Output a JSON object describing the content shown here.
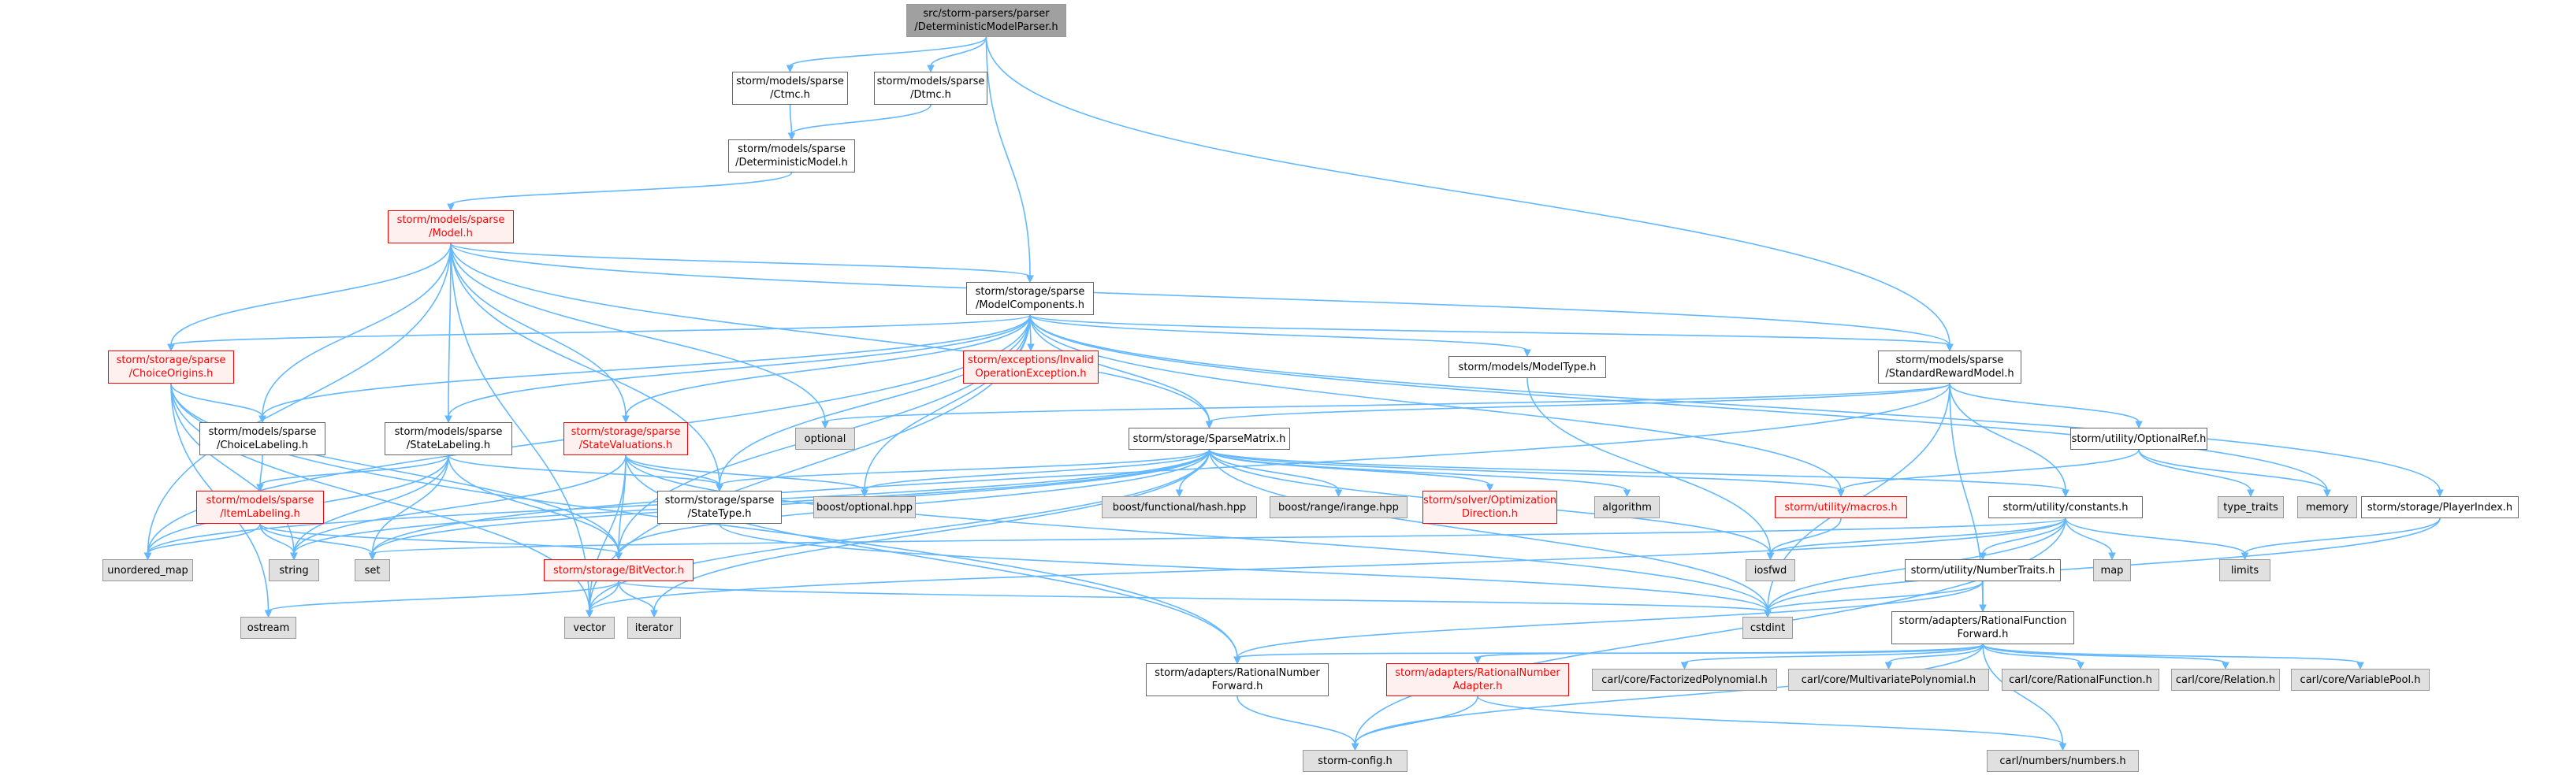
{
  "diagram": {
    "type": "include-dependency-graph",
    "colors": {
      "edge": "#63b8ff",
      "node_border": "#666666",
      "system_fill": "#e0e0e0",
      "problem_border": "#ff0000",
      "root_fill": "#a0a0a0"
    },
    "nodes": {
      "root": {
        "label": "src/storm-parsers/parser\n/DeterministicModelParser.h",
        "kind": "root"
      },
      "ctmc": {
        "label": "storm/models/sparse\n/Ctmc.h",
        "kind": "file"
      },
      "dtmc": {
        "label": "storm/models/sparse\n/Dtmc.h",
        "kind": "file"
      },
      "detmodel": {
        "label": "storm/models/sparse\n/DeterministicModel.h",
        "kind": "file"
      },
      "model": {
        "label": "storm/models/sparse\n/Model.h",
        "kind": "incomplete"
      },
      "modelcomp": {
        "label": "storm/storage/sparse\n/ModelComponents.h",
        "kind": "file"
      },
      "choiceorig": {
        "label": "storm/storage/sparse\n/ChoiceOrigins.h",
        "kind": "incomplete"
      },
      "invalidop": {
        "label": "storm/exceptions/Invalid\nOperationException.h",
        "kind": "incomplete"
      },
      "modeltype": {
        "label": "storm/models/ModelType.h",
        "kind": "file"
      },
      "stdreward": {
        "label": "storm/models/sparse\n/StandardRewardModel.h",
        "kind": "file"
      },
      "choicelab": {
        "label": "storm/models/sparse\n/ChoiceLabeling.h",
        "kind": "file"
      },
      "statelab": {
        "label": "storm/models/sparse\n/StateLabeling.h",
        "kind": "file"
      },
      "stateval": {
        "label": "storm/storage/sparse\n/StateValuations.h",
        "kind": "incomplete"
      },
      "optional": {
        "label": "optional",
        "kind": "system"
      },
      "sparsematrix": {
        "label": "storm/storage/SparseMatrix.h",
        "kind": "file"
      },
      "optref": {
        "label": "storm/utility/OptionalRef.h",
        "kind": "file"
      },
      "itemlab": {
        "label": "storm/models/sparse\n/ItemLabeling.h",
        "kind": "incomplete"
      },
      "statetype": {
        "label": "storm/storage/sparse\n/StateType.h",
        "kind": "file"
      },
      "boostopt": {
        "label": "boost/optional.hpp",
        "kind": "system"
      },
      "boosthash": {
        "label": "boost/functional/hash.hpp",
        "kind": "system"
      },
      "boostrange": {
        "label": "boost/range/irange.hpp",
        "kind": "system"
      },
      "optdir": {
        "label": "storm/solver/Optimization\nDirection.h",
        "kind": "incomplete"
      },
      "algorithm": {
        "label": "algorithm",
        "kind": "system"
      },
      "macros": {
        "label": "storm/utility/macros.h",
        "kind": "incomplete"
      },
      "constants": {
        "label": "storm/utility/constants.h",
        "kind": "file"
      },
      "typetraits": {
        "label": "type_traits",
        "kind": "system"
      },
      "memory": {
        "label": "memory",
        "kind": "system"
      },
      "playerindex": {
        "label": "storm/storage/PlayerIndex.h",
        "kind": "file"
      },
      "unorderedmap": {
        "label": "unordered_map",
        "kind": "system"
      },
      "string": {
        "label": "string",
        "kind": "system"
      },
      "set": {
        "label": "set",
        "kind": "system"
      },
      "bitvector": {
        "label": "storm/storage/BitVector.h",
        "kind": "incomplete"
      },
      "iosfwd": {
        "label": "iosfwd",
        "kind": "system"
      },
      "map": {
        "label": "map",
        "kind": "system"
      },
      "limits": {
        "label": "limits",
        "kind": "system"
      },
      "numbertraits": {
        "label": "storm/utility/NumberTraits.h",
        "kind": "file"
      },
      "ostream": {
        "label": "ostream",
        "kind": "system"
      },
      "vector": {
        "label": "vector",
        "kind": "system"
      },
      "iterator": {
        "label": "iterator",
        "kind": "system"
      },
      "cstdint": {
        "label": "cstdint",
        "kind": "system"
      },
      "ratfuncfwd": {
        "label": "storm/adapters/RationalFunction\nForward.h",
        "kind": "file"
      },
      "ratnumfwd": {
        "label": "storm/adapters/RationalNumber\nForward.h",
        "kind": "file"
      },
      "ratnumadapter": {
        "label": "storm/adapters/RationalNumber\nAdapter.h",
        "kind": "incomplete"
      },
      "carlfact": {
        "label": "carl/core/FactorizedPolynomial.h",
        "kind": "system"
      },
      "carlmulti": {
        "label": "carl/core/MultivariatePolynomial.h",
        "kind": "system"
      },
      "carlratfunc": {
        "label": "carl/core/RationalFunction.h",
        "kind": "system"
      },
      "carlrel": {
        "label": "carl/core/Relation.h",
        "kind": "system"
      },
      "carlvarpool": {
        "label": "carl/core/VariablePool.h",
        "kind": "system"
      },
      "stormconfig": {
        "label": "storm-config.h",
        "kind": "system"
      },
      "carlnumbers": {
        "label": "carl/numbers/numbers.h",
        "kind": "system"
      }
    },
    "edges": [
      [
        "root",
        "ctmc"
      ],
      [
        "root",
        "dtmc"
      ],
      [
        "root",
        "modelcomp"
      ],
      [
        "root",
        "stdreward"
      ],
      [
        "ctmc",
        "detmodel"
      ],
      [
        "dtmc",
        "detmodel"
      ],
      [
        "detmodel",
        "model"
      ],
      [
        "model",
        "modelcomp"
      ],
      [
        "model",
        "choiceorig"
      ],
      [
        "model",
        "choicelab"
      ],
      [
        "model",
        "statelab"
      ],
      [
        "model",
        "stateval"
      ],
      [
        "model",
        "optional"
      ],
      [
        "model",
        "sparsematrix"
      ],
      [
        "model",
        "statetype"
      ],
      [
        "model",
        "unorderedmap"
      ],
      [
        "model",
        "vector"
      ],
      [
        "model",
        "stdreward"
      ],
      [
        "modelcomp",
        "choiceorig"
      ],
      [
        "modelcomp",
        "invalidop"
      ],
      [
        "modelcomp",
        "modeltype"
      ],
      [
        "modelcomp",
        "stdreward"
      ],
      [
        "modelcomp",
        "choicelab"
      ],
      [
        "modelcomp",
        "statelab"
      ],
      [
        "modelcomp",
        "stateval"
      ],
      [
        "modelcomp",
        "sparsematrix"
      ],
      [
        "modelcomp",
        "statetype"
      ],
      [
        "modelcomp",
        "boostopt"
      ],
      [
        "modelcomp",
        "macros"
      ],
      [
        "modelcomp",
        "playerindex"
      ],
      [
        "modelcomp",
        "memory"
      ],
      [
        "modelcomp",
        "bitvector"
      ],
      [
        "modelcomp",
        "unorderedmap"
      ],
      [
        "modelcomp",
        "vector"
      ],
      [
        "choiceorig",
        "choicelab"
      ],
      [
        "choiceorig",
        "bitvector"
      ],
      [
        "choiceorig",
        "string"
      ],
      [
        "choiceorig",
        "vector"
      ],
      [
        "choiceorig",
        "ratnumfwd"
      ],
      [
        "choiceorig",
        "ostream"
      ],
      [
        "choicelab",
        "itemlab"
      ],
      [
        "statelab",
        "itemlab"
      ],
      [
        "statelab",
        "bitvector"
      ],
      [
        "statelab",
        "statetype"
      ],
      [
        "statelab",
        "set"
      ],
      [
        "statelab",
        "unorderedmap"
      ],
      [
        "statelab",
        "string"
      ],
      [
        "stateval",
        "statetype"
      ],
      [
        "stateval",
        "bitvector"
      ],
      [
        "stateval",
        "boostopt"
      ],
      [
        "stateval",
        "string"
      ],
      [
        "stateval",
        "vector"
      ],
      [
        "stateval",
        "ratnumfwd"
      ],
      [
        "stateval",
        "cstdint"
      ],
      [
        "itemlab",
        "bitvector"
      ],
      [
        "itemlab",
        "string"
      ],
      [
        "itemlab",
        "set"
      ],
      [
        "itemlab",
        "unorderedmap"
      ],
      [
        "modeltype",
        "iosfwd"
      ],
      [
        "stdreward",
        "optional"
      ],
      [
        "stdreward",
        "sparsematrix"
      ],
      [
        "stdreward",
        "optref"
      ],
      [
        "stdreward",
        "constants"
      ],
      [
        "stdreward",
        "set"
      ],
      [
        "stdreward",
        "cstdint"
      ],
      [
        "stdreward",
        "ratfuncfwd"
      ],
      [
        "sparsematrix",
        "boostopt"
      ],
      [
        "sparsematrix",
        "boosthash"
      ],
      [
        "sparsematrix",
        "boostrange"
      ],
      [
        "sparsematrix",
        "optdir"
      ],
      [
        "sparsematrix",
        "algorithm"
      ],
      [
        "sparsematrix",
        "constants"
      ],
      [
        "sparsematrix",
        "macros"
      ],
      [
        "sparsematrix",
        "statetype"
      ],
      [
        "sparsematrix",
        "bitvector"
      ],
      [
        "sparsematrix",
        "vector"
      ],
      [
        "sparsematrix",
        "iterator"
      ],
      [
        "sparsematrix",
        "cstdint"
      ],
      [
        "sparsematrix",
        "iosfwd"
      ],
      [
        "sparsematrix",
        "set"
      ],
      [
        "sparsematrix",
        "string"
      ],
      [
        "sparsematrix",
        "unorderedmap"
      ],
      [
        "optref",
        "macros"
      ],
      [
        "optref",
        "typetraits"
      ],
      [
        "optref",
        "memory"
      ],
      [
        "macros",
        "iosfwd"
      ],
      [
        "constants",
        "limits"
      ],
      [
        "constants",
        "map"
      ],
      [
        "constants",
        "numbertraits"
      ],
      [
        "constants",
        "cstdint"
      ],
      [
        "constants",
        "iosfwd"
      ],
      [
        "constants",
        "vector"
      ],
      [
        "constants",
        "set"
      ],
      [
        "constants",
        "stormconfig"
      ],
      [
        "playerindex",
        "limits"
      ],
      [
        "playerindex",
        "cstdint"
      ],
      [
        "bitvector",
        "ostream"
      ],
      [
        "bitvector",
        "vector"
      ],
      [
        "bitvector",
        "iterator"
      ],
      [
        "bitvector",
        "cstdint"
      ],
      [
        "statetype",
        "cstdint"
      ],
      [
        "numbertraits",
        "ratfuncfwd"
      ],
      [
        "numbertraits",
        "ratnumfwd"
      ],
      [
        "numbertraits",
        "cstdint"
      ],
      [
        "ratfuncfwd",
        "ratnumfwd"
      ],
      [
        "ratfuncfwd",
        "ratnumadapter"
      ],
      [
        "ratfuncfwd",
        "carlfact"
      ],
      [
        "ratfuncfwd",
        "carlmulti"
      ],
      [
        "ratfuncfwd",
        "carlratfunc"
      ],
      [
        "ratfuncfwd",
        "carlrel"
      ],
      [
        "ratfuncfwd",
        "carlvarpool"
      ],
      [
        "ratfuncfwd",
        "stormconfig"
      ],
      [
        "ratfuncfwd",
        "carlnumbers"
      ],
      [
        "ratnumfwd",
        "stormconfig"
      ],
      [
        "ratnumadapter",
        "stormconfig"
      ],
      [
        "ratnumadapter",
        "carlnumbers"
      ]
    ]
  }
}
